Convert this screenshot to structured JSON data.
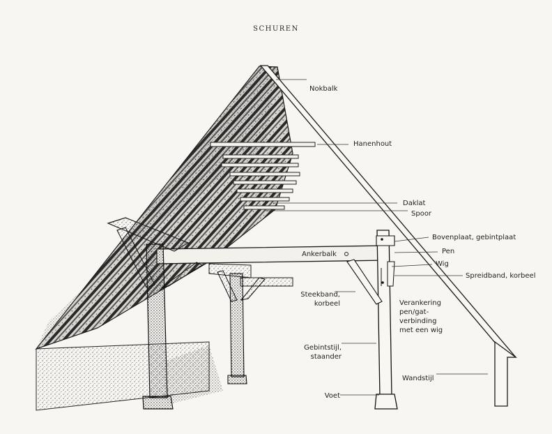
{
  "page": {
    "title": "SCHUREN"
  },
  "labels": {
    "nokbalk": "Nokbalk",
    "hanenhout": "Hanenhout",
    "daklat": "Daklat",
    "spoor": "Spoor",
    "bovenplaat": "Bovenplaat, gebintplaat",
    "pen": "Pen",
    "wig": "Wig",
    "spreidband": "Spreidband, korbeel",
    "ankerbalk": "Ankerbalk",
    "steekband": "Steekband,\nkorbeel",
    "verankering": "Verankering\npen/gat-\nverbinding\nmet een wig",
    "gebintstijl": "Gebintstijl,\nstaander",
    "wandstijl": "Wandstijl",
    "voet": "Voet"
  }
}
